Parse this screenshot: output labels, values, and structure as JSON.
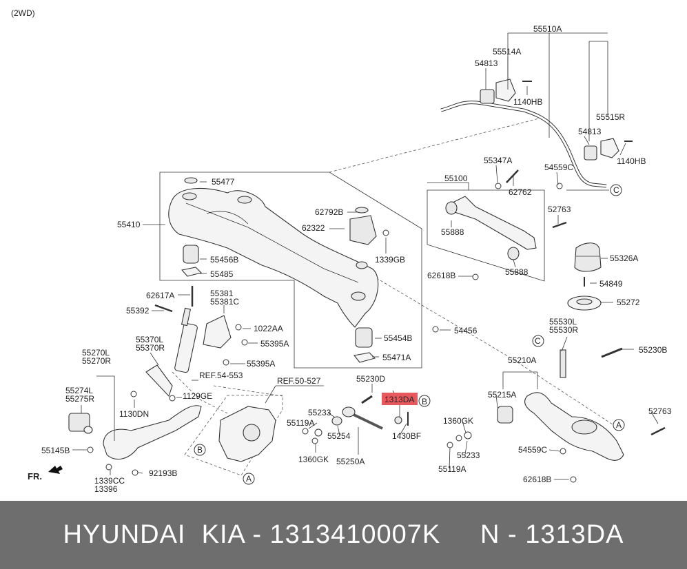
{
  "variant_label": "(2WD)",
  "labels": {
    "p55510A": "55510A",
    "p55514A": "55514A",
    "p54813a": "54813",
    "p1140HBa": "1140HB",
    "p55515R": "55515R",
    "p54813b": "54813",
    "p1140HBb": "1140HB",
    "p55347A": "55347A",
    "p55100": "55100",
    "p62762": "62762",
    "p54559Ca": "54559C",
    "pCa": "C",
    "p55477": "55477",
    "p62792B": "62792B",
    "p62322": "62322",
    "p55410": "55410",
    "p55456B": "55456B",
    "p1339GB": "1339GB",
    "p55485": "55485",
    "p55888a": "55888",
    "p52763a": "52763",
    "p55326A": "55326A",
    "p55888b": "55888",
    "p62618Ba": "62618B",
    "p54849": "54849",
    "p55272": "55272",
    "p62617A": "62617A",
    "p55381": "55381",
    "p55381C": "55381C",
    "p55392": "55392",
    "p1022AA": "1022AA",
    "p54456": "54456",
    "p55395Aa": "55395A",
    "p55370L": "55370L",
    "p55370R": "55370R",
    "p55454B": "55454B",
    "p55530L": "55530L",
    "p55530R": "55530R",
    "pCb": "C",
    "p55230B": "55230B",
    "p55270L": "55270L",
    "p55270R": "55270R",
    "p55395Ab": "55395A",
    "p55471A": "55471A",
    "p55210A": "55210A",
    "pRef553": "REF.54-553",
    "p55230D": "55230D",
    "pRef527": "REF.50-527",
    "p55274L": "55274L",
    "p55275R": "55275R",
    "p1129GE": "1129GE",
    "p55215A": "55215A",
    "p1313DA": "1313DA",
    "pBa": "B",
    "p1130DN": "1130DN",
    "p55233a": "55233",
    "p52763b": "52763",
    "p1360GKa": "1360GK",
    "p55119Aa": "55119A",
    "pAa": "A",
    "p55254": "55254",
    "p1430BF": "1430BF",
    "p55145B": "55145B",
    "pBb": "B",
    "p55233b": "55233",
    "p1360GKb": "1360GK",
    "p54559Cb": "54559C",
    "p55250A": "55250A",
    "p55119Ab": "55119A",
    "pFR": "FR.",
    "p1339CC": "1339CC",
    "p92193B": "92193B",
    "p13396": "13396",
    "pAb": "A",
    "p62618Bb": "62618B"
  },
  "footer": {
    "text": "HYUNDAI  KIA - 1313410007K     N - 1313DA"
  },
  "colors": {
    "highlight": "#e8595d",
    "footer_bg": "#6e6e6e",
    "footer_text": "#ffffff"
  }
}
